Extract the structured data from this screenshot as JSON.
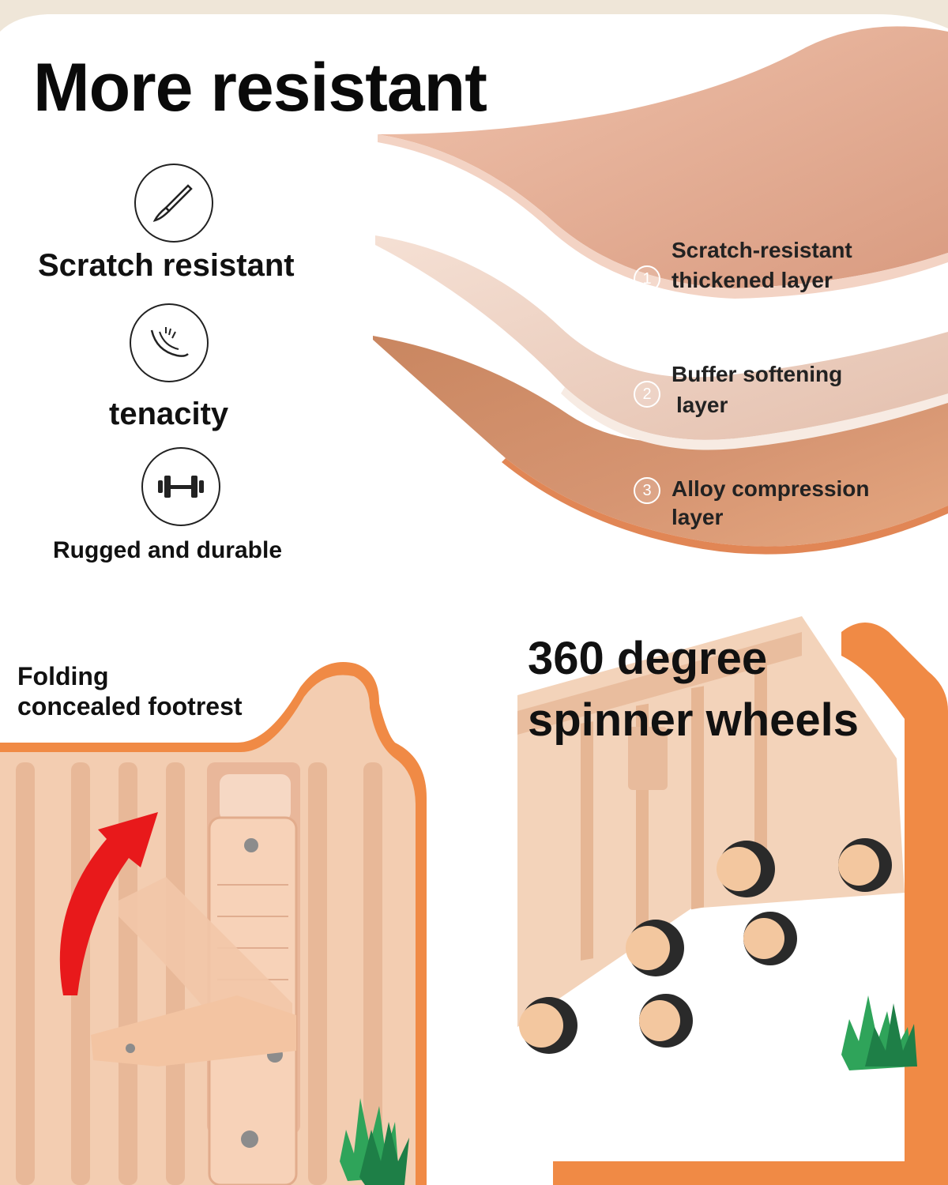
{
  "header": {
    "title": "More resistant"
  },
  "features": [
    {
      "label": "Scratch resistant",
      "icon": "scalpel-icon"
    },
    {
      "label": "tenacity",
      "icon": "bending-leaf-icon"
    },
    {
      "label": "Rugged and durable",
      "icon": "dumbbell-icon"
    }
  ],
  "layers": [
    {
      "number": "1",
      "label_line1": "Scratch-resistant",
      "label_line2": "thickened layer"
    },
    {
      "number": "2",
      "label_line1": "Buffer softening",
      "label_line2": "layer"
    },
    {
      "number": "3",
      "label_line1": "Alloy compression",
      "label_line2": "layer"
    }
  ],
  "footrest_panel": {
    "line1": "Folding",
    "line2": "concealed footrest"
  },
  "wheels_panel": {
    "line1": "360 degree",
    "line2": "spinner wheels"
  },
  "colors": {
    "accent_orange": "#f08a45",
    "shell_top": "#e4ac93",
    "shell_middle": "#f0d6c8",
    "shell_bottom": "#cf8a63",
    "case_body": "#f3cdb1",
    "arrow_red": "#e8191b",
    "grass_green": "#2fa45a"
  }
}
